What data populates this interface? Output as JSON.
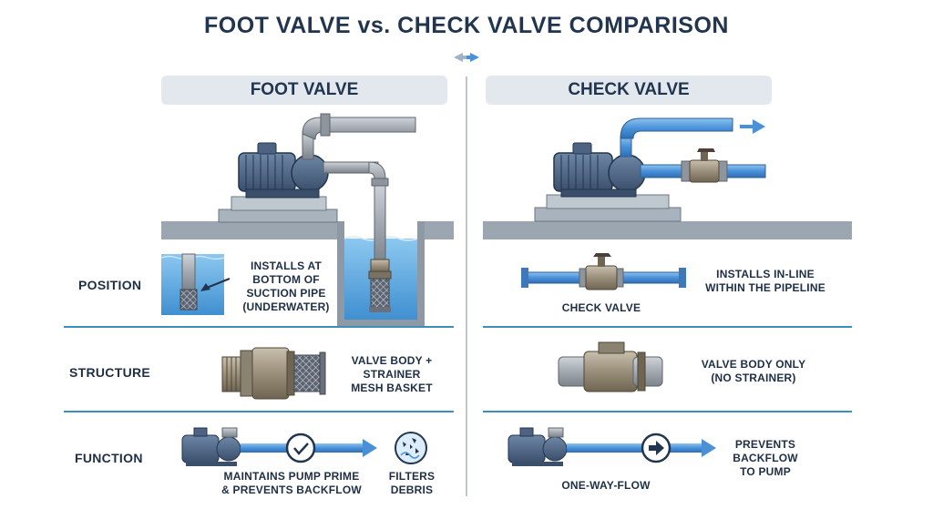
{
  "title": "FOOT VALVE vs. CHECK VALVE COMPARISON",
  "left_panel": {
    "heading": "FOOT VALVE"
  },
  "right_panel": {
    "heading": "CHECK VALVE"
  },
  "rows": {
    "position": "POSITION",
    "structure": "STRUCTURE",
    "function": "FUNCTION"
  },
  "foot": {
    "position_lines": [
      "INSTALLS AT",
      "BOTTOM OF",
      "SUCTION PIPE",
      "(UNDERWATER)"
    ],
    "structure_lines": [
      "VALVE BODY +",
      "STRAINER",
      "MESH BASKET"
    ],
    "function_lines": [
      "MAINTAINS PUMP PRIME",
      "& PREVENTS BACKFLOW"
    ],
    "filter_lines": [
      "FILTERS",
      "DEBRIS"
    ]
  },
  "check": {
    "position_lines": [
      "INSTALLS IN-LINE",
      "WITHIN THE PIPELINE"
    ],
    "position_caption": "CHECK VALVE",
    "structure_lines": [
      "VALVE BODY ONLY",
      "(NO STRAINER)"
    ],
    "function_caption": "ONE-WAY-FLOW",
    "function_lines": [
      "PREVENTS",
      "BACKFLOW",
      "TO PUMP"
    ]
  },
  "colors": {
    "navy": "#22354f",
    "water": "#5aa6de",
    "pipe_blue": "#4a90d9",
    "divider": "#3b8fb9",
    "ground": "#9ba6b1",
    "metal": "#a7adb3",
    "brass": "#9a8f7a"
  }
}
